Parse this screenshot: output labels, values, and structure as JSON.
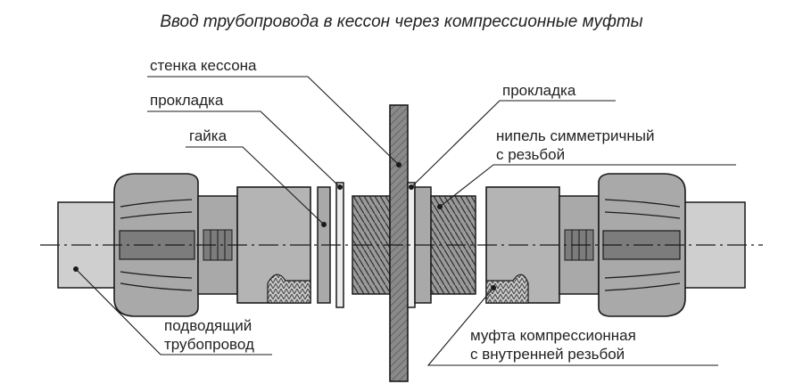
{
  "title": "Ввод трубопровода в кессон через компрессионные муфты",
  "labels": {
    "wall": "стенка кессона",
    "gasket_left": "прокладка",
    "nut": "гайка",
    "gasket_right": "прокладка",
    "nipple_line1": "нипель симметричный",
    "nipple_line2": "с резьбой",
    "pipe_line1": "подводящий",
    "pipe_line2": "трубопровод",
    "coupling_line1": "муфта компрессионная",
    "coupling_line2": "с внутренней резьбой"
  },
  "colors": {
    "outline": "#1a1a1a",
    "pipe": "#cfcfcf",
    "body": "#a9a9a9",
    "dark": "#7c7c7c",
    "wall": "#8a8a8a",
    "gasket": "#ececec"
  }
}
